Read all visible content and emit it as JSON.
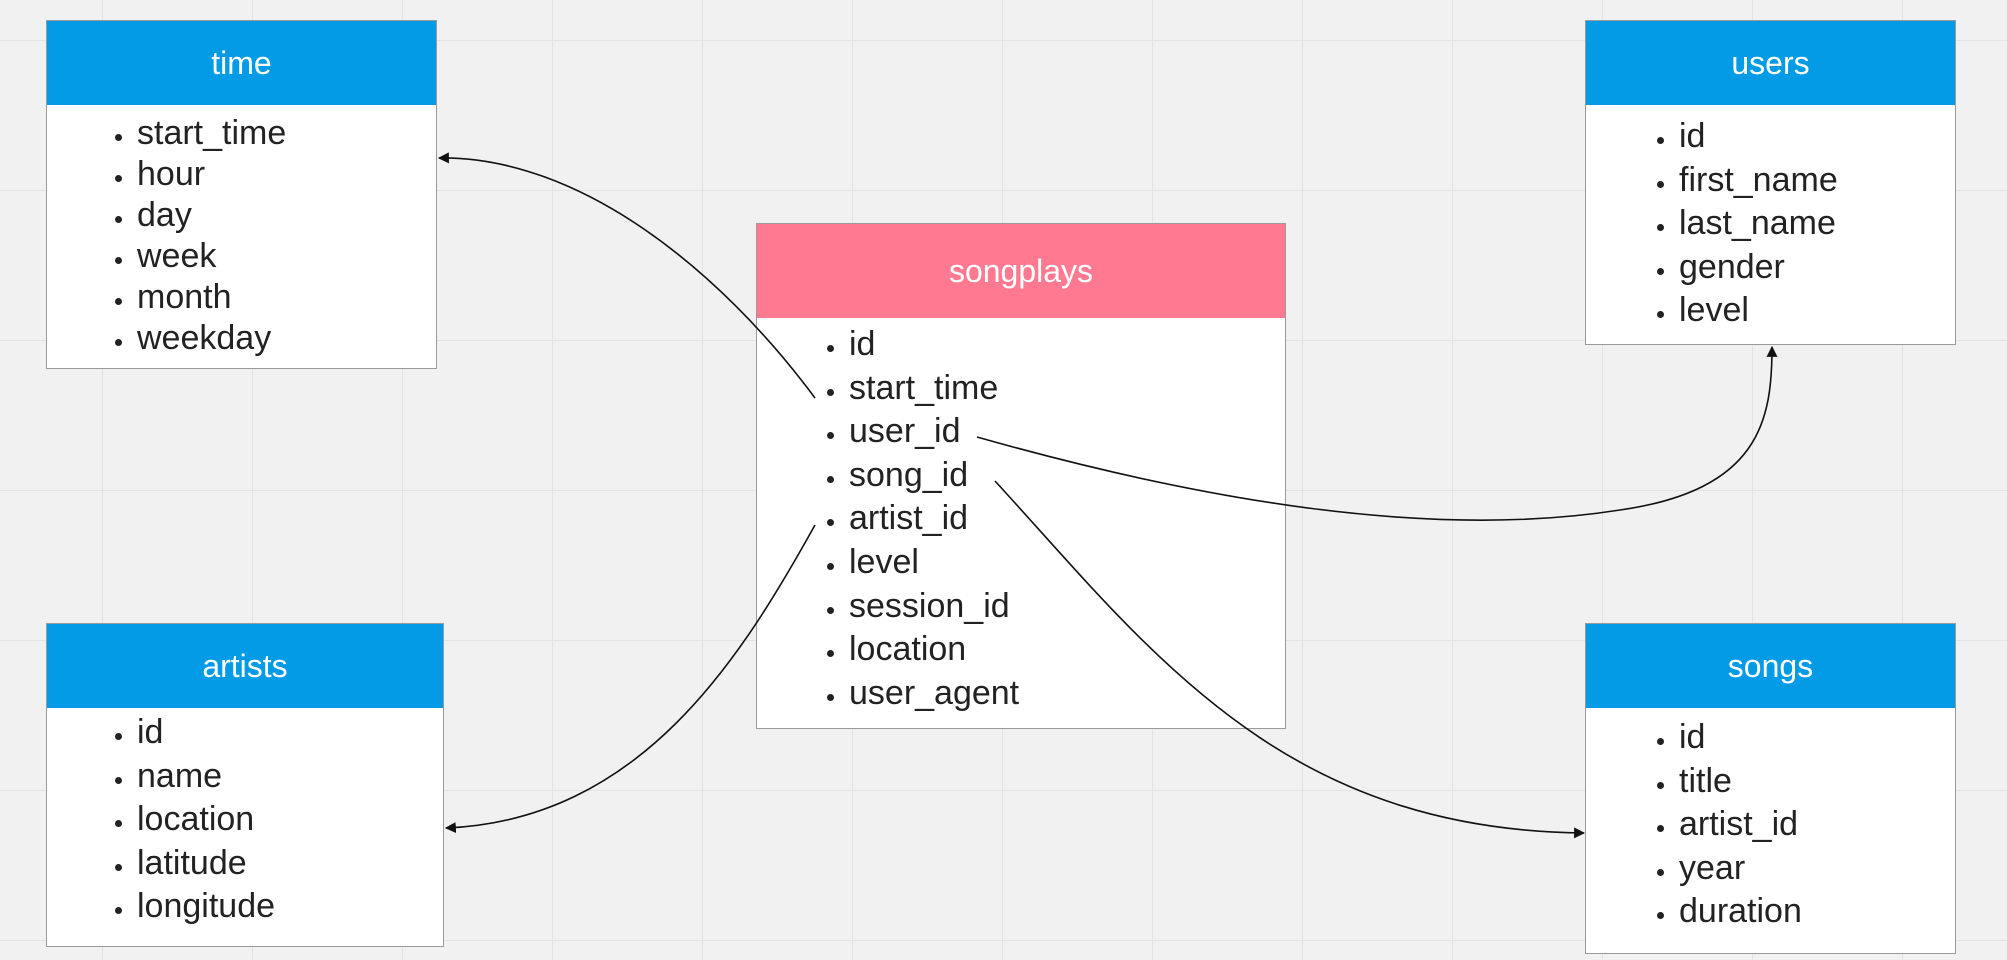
{
  "tables": {
    "time": {
      "name": "time",
      "columns": [
        "start_time",
        "hour",
        "day",
        "week",
        "month",
        "weekday"
      ]
    },
    "users": {
      "name": "users",
      "columns": [
        "id",
        "first_name",
        "last_name",
        "gender",
        "level"
      ]
    },
    "songplays": {
      "name": "songplays",
      "columns": [
        "id",
        "start_time",
        "user_id",
        "song_id",
        "artist_id",
        "level",
        "session_id",
        "location",
        "user_agent"
      ]
    },
    "artists": {
      "name": "artists",
      "columns": [
        "id",
        "name",
        "location",
        "latitude",
        "longitude"
      ]
    },
    "songs": {
      "name": "songs",
      "columns": [
        "id",
        "title",
        "artist_id",
        "year",
        "duration"
      ]
    }
  },
  "relations": [
    {
      "from": "songplays.start_time",
      "to": "time"
    },
    {
      "from": "songplays.user_id",
      "to": "users"
    },
    {
      "from": "songplays.song_id",
      "to": "songs"
    },
    {
      "from": "songplays.artist_id",
      "to": "artists"
    }
  ],
  "colors": {
    "fact_header": "#ff7a90",
    "dimension_header": "#039be5",
    "background": "#f1f1f1",
    "connector": "#111111"
  }
}
